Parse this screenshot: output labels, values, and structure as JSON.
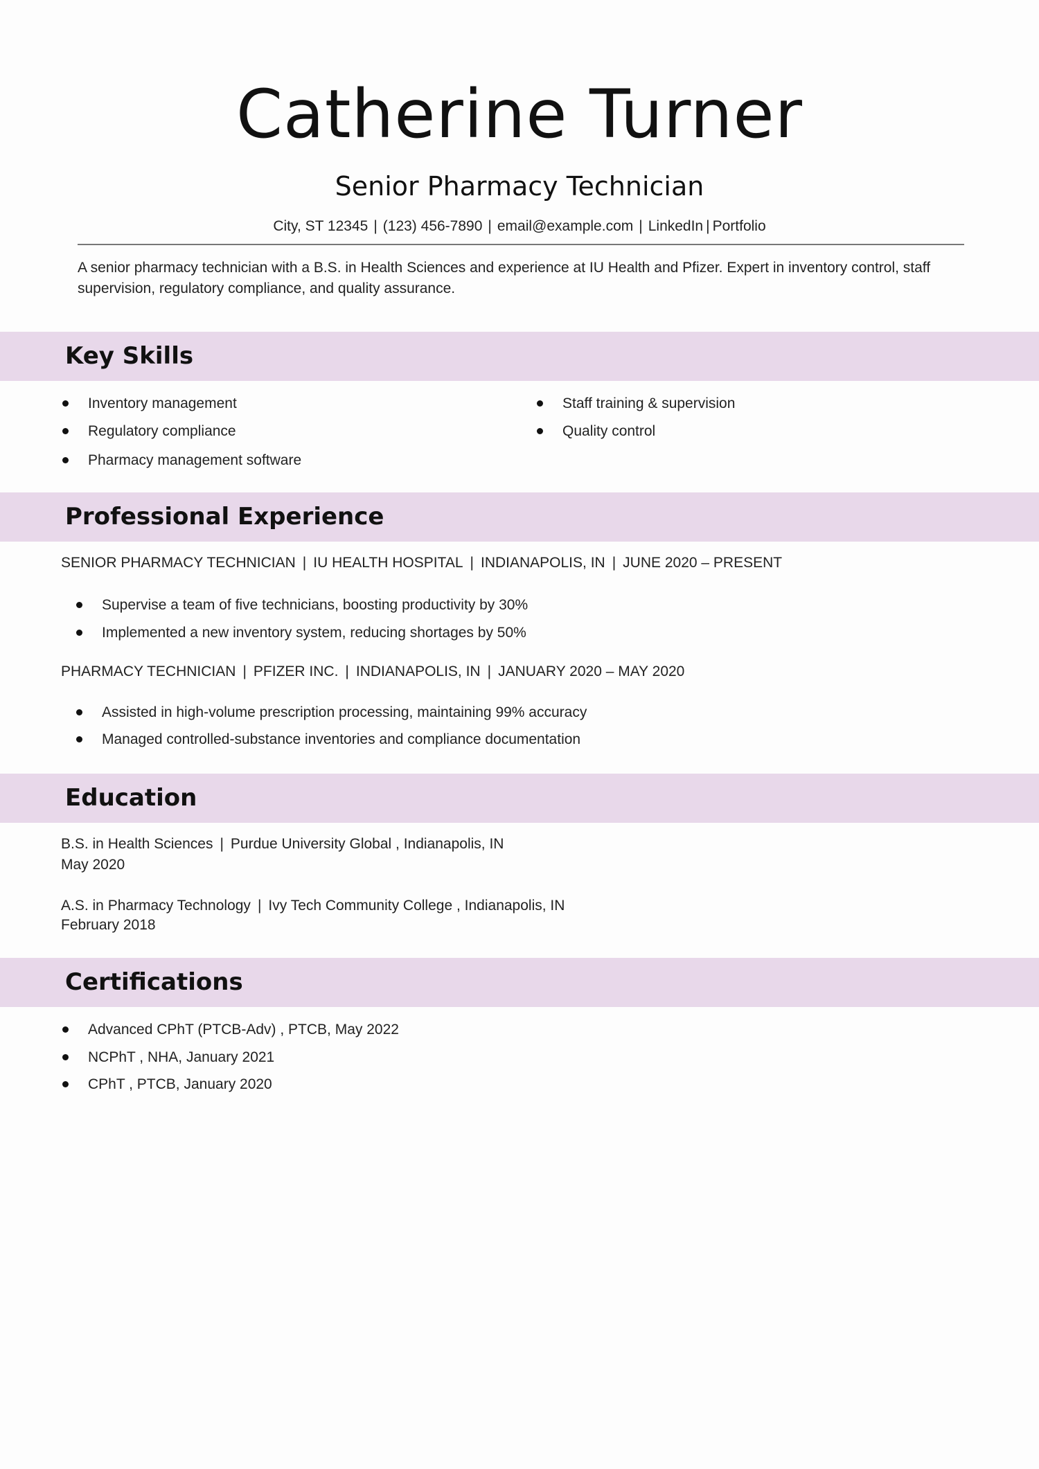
{
  "header": {
    "name": "Catherine Turner",
    "title": "Senior Pharmacy Technician",
    "contact": {
      "address": "City, ST 12345",
      "phone": "(123) 456-7890",
      "email": "email@example.com",
      "linkedin": "LinkedIn",
      "portfolio": "Portfolio"
    }
  },
  "summary": "A senior pharmacy technician with a B.S. in Health Sciences and experience at IU Health and Pfizer. Expert in inventory control, staff supervision, regulatory compliance, and quality assurance.",
  "skills": {
    "heading": "Key Skills",
    "items": [
      "Inventory management",
      "Regulatory compliance",
      "Pharmacy management software",
      "Staff training & supervision",
      "Quality control"
    ]
  },
  "experience": {
    "heading": "Professional Experience",
    "jobs": [
      {
        "role": "SENIOR PHARMACY TECHNICIAN",
        "company": "IU HEALTH HOSPITAL",
        "location": "INDIANAPOLIS, IN",
        "dates": "JUNE 2020 – PRESENT",
        "bullets": [
          "Supervise a team of five technicians, boosting productivity by 30%",
          "Implemented a new inventory system, reducing shortages by 50%"
        ]
      },
      {
        "role": "PHARMACY TECHNICIAN",
        "company": "PFIZER INC.",
        "location": "INDIANAPOLIS, IN",
        "dates": "JANUARY 2020 – MAY 2020",
        "bullets": [
          "Assisted in high-volume prescription processing, maintaining 99% accuracy",
          "Managed controlled-substance inventories and compliance documentation"
        ]
      }
    ]
  },
  "education": {
    "heading": "Education",
    "entries": [
      {
        "degree": "B.S. in Health Sciences",
        "school": "Purdue University Global",
        "location": "Indianapolis, IN",
        "date": "May 2020"
      },
      {
        "degree": "A.S. in Pharmacy Technology",
        "school": "Ivy Tech Community College",
        "location": "Indianapolis, IN",
        "date": "February 2018"
      }
    ]
  },
  "certifications": {
    "heading": "Certifications",
    "items": [
      "Advanced CPhT (PTCB-Adv) , PTCB, May 2022",
      "NCPhT , NHA, January 2021",
      "CPhT , PTCB, January 2020"
    ]
  }
}
